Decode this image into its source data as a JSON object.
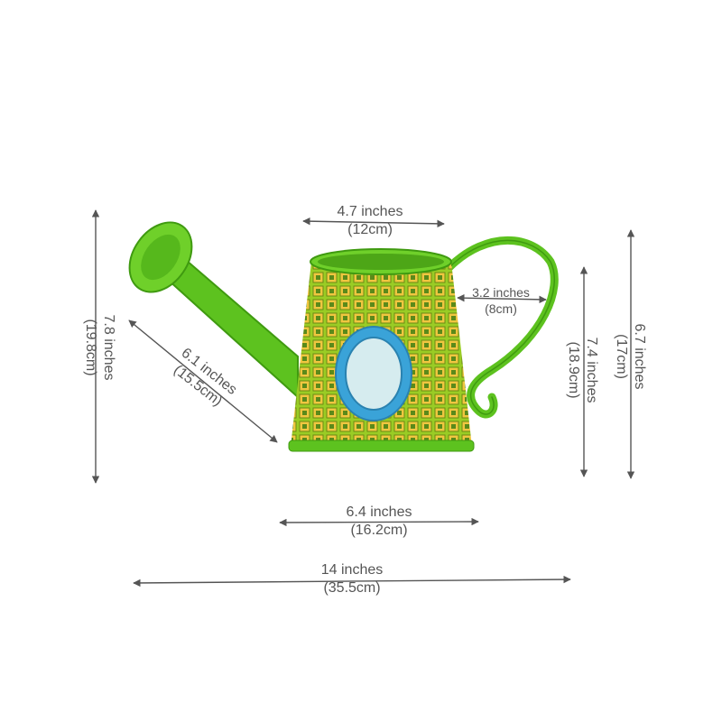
{
  "product": {
    "name_icon": "watering-can-icon",
    "colors": {
      "can_green": "#5dc21f",
      "can_green_dark": "#3f9a10",
      "pattern_bg": "#9acc25",
      "pattern_square": "#f0c640",
      "pattern_inner": "#5a8a1a",
      "frame_blue": "#3aa3d8",
      "mirror": "#d6ecef",
      "dimension_text": "#555555"
    }
  },
  "dimensions": {
    "top_width": {
      "inches": "4.7 inches",
      "cm": "(12cm)"
    },
    "handle_depth": {
      "inches": "3.2 inches",
      "cm": "(8cm)"
    },
    "spout_length": {
      "inches": "6.1 inches",
      "cm": "(15.5cm)"
    },
    "bottom_width": {
      "inches": "6.4 inches",
      "cm": "(16.2cm)"
    },
    "total_length": {
      "inches": "14 inches",
      "cm": "(35.5cm)"
    },
    "total_height": {
      "inches": "7.8 inches",
      "cm": "(19.8cm)"
    },
    "body_height": {
      "inches": "6.7 inches",
      "cm": "(17cm)"
    },
    "handle_height": {
      "inches": "7.4 inches",
      "cm": "(18.9cm)"
    }
  }
}
